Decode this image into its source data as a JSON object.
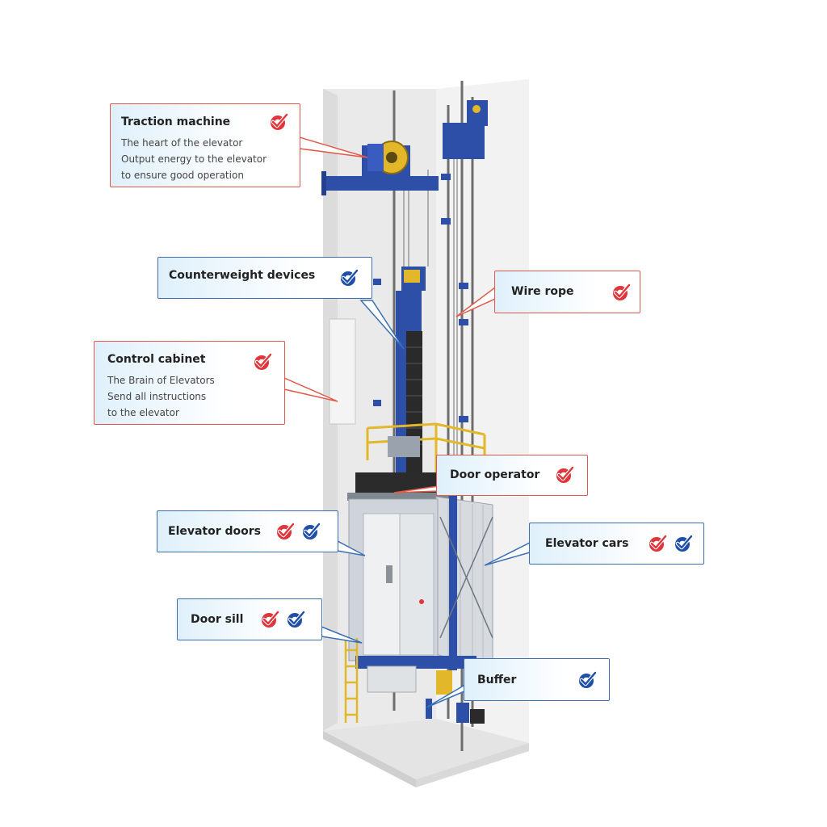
{
  "colors": {
    "red_check": "#e0353a",
    "blue_check": "#1f4fa8",
    "red_border": "#e05a4a",
    "blue_border": "#3a6fb5",
    "frame_blue": "#2d4fa8",
    "rail_yellow": "#e2b82a"
  },
  "callouts": {
    "traction": {
      "title": "Traction machine",
      "lines": [
        "The heart of the elevator",
        "Output energy to the elevator",
        "to ensure good operation"
      ]
    },
    "counterweight": {
      "title": "Counterweight devices"
    },
    "wire_rope": {
      "title": "Wire rope"
    },
    "control": {
      "title": "Control cabinet",
      "lines": [
        "The Brain of Elevators",
        "Send all instructions",
        "to the elevator"
      ]
    },
    "door_operator": {
      "title": "Door operator"
    },
    "elevator_doors": {
      "title": "Elevator doors"
    },
    "elevator_cars": {
      "title": "Elevator cars"
    },
    "door_sill": {
      "title": "Door sill"
    },
    "buffer": {
      "title": "Buffer"
    }
  }
}
